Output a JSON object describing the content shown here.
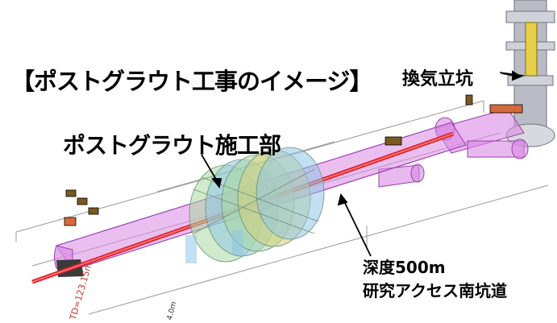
{
  "diagram": {
    "title": "【ポストグラウト工事のイメージ】",
    "post_grout_label": "ポストグラウト施工部",
    "ventilation_shaft_label": "換気立坑",
    "depth_label": "深度500m",
    "drift_label": "研究アクセス南坑道",
    "td_label": "TD=123.15m",
    "length_label": "4.0m"
  },
  "colors": {
    "tunnel_fill": "#d98be3",
    "tunnel_stroke": "#9b3fb0",
    "red_line": "#e0202a",
    "shaft": "#b9bcc4",
    "fan_green": "#a9d9a0",
    "fan_blue": "#8fc7e6"
  }
}
